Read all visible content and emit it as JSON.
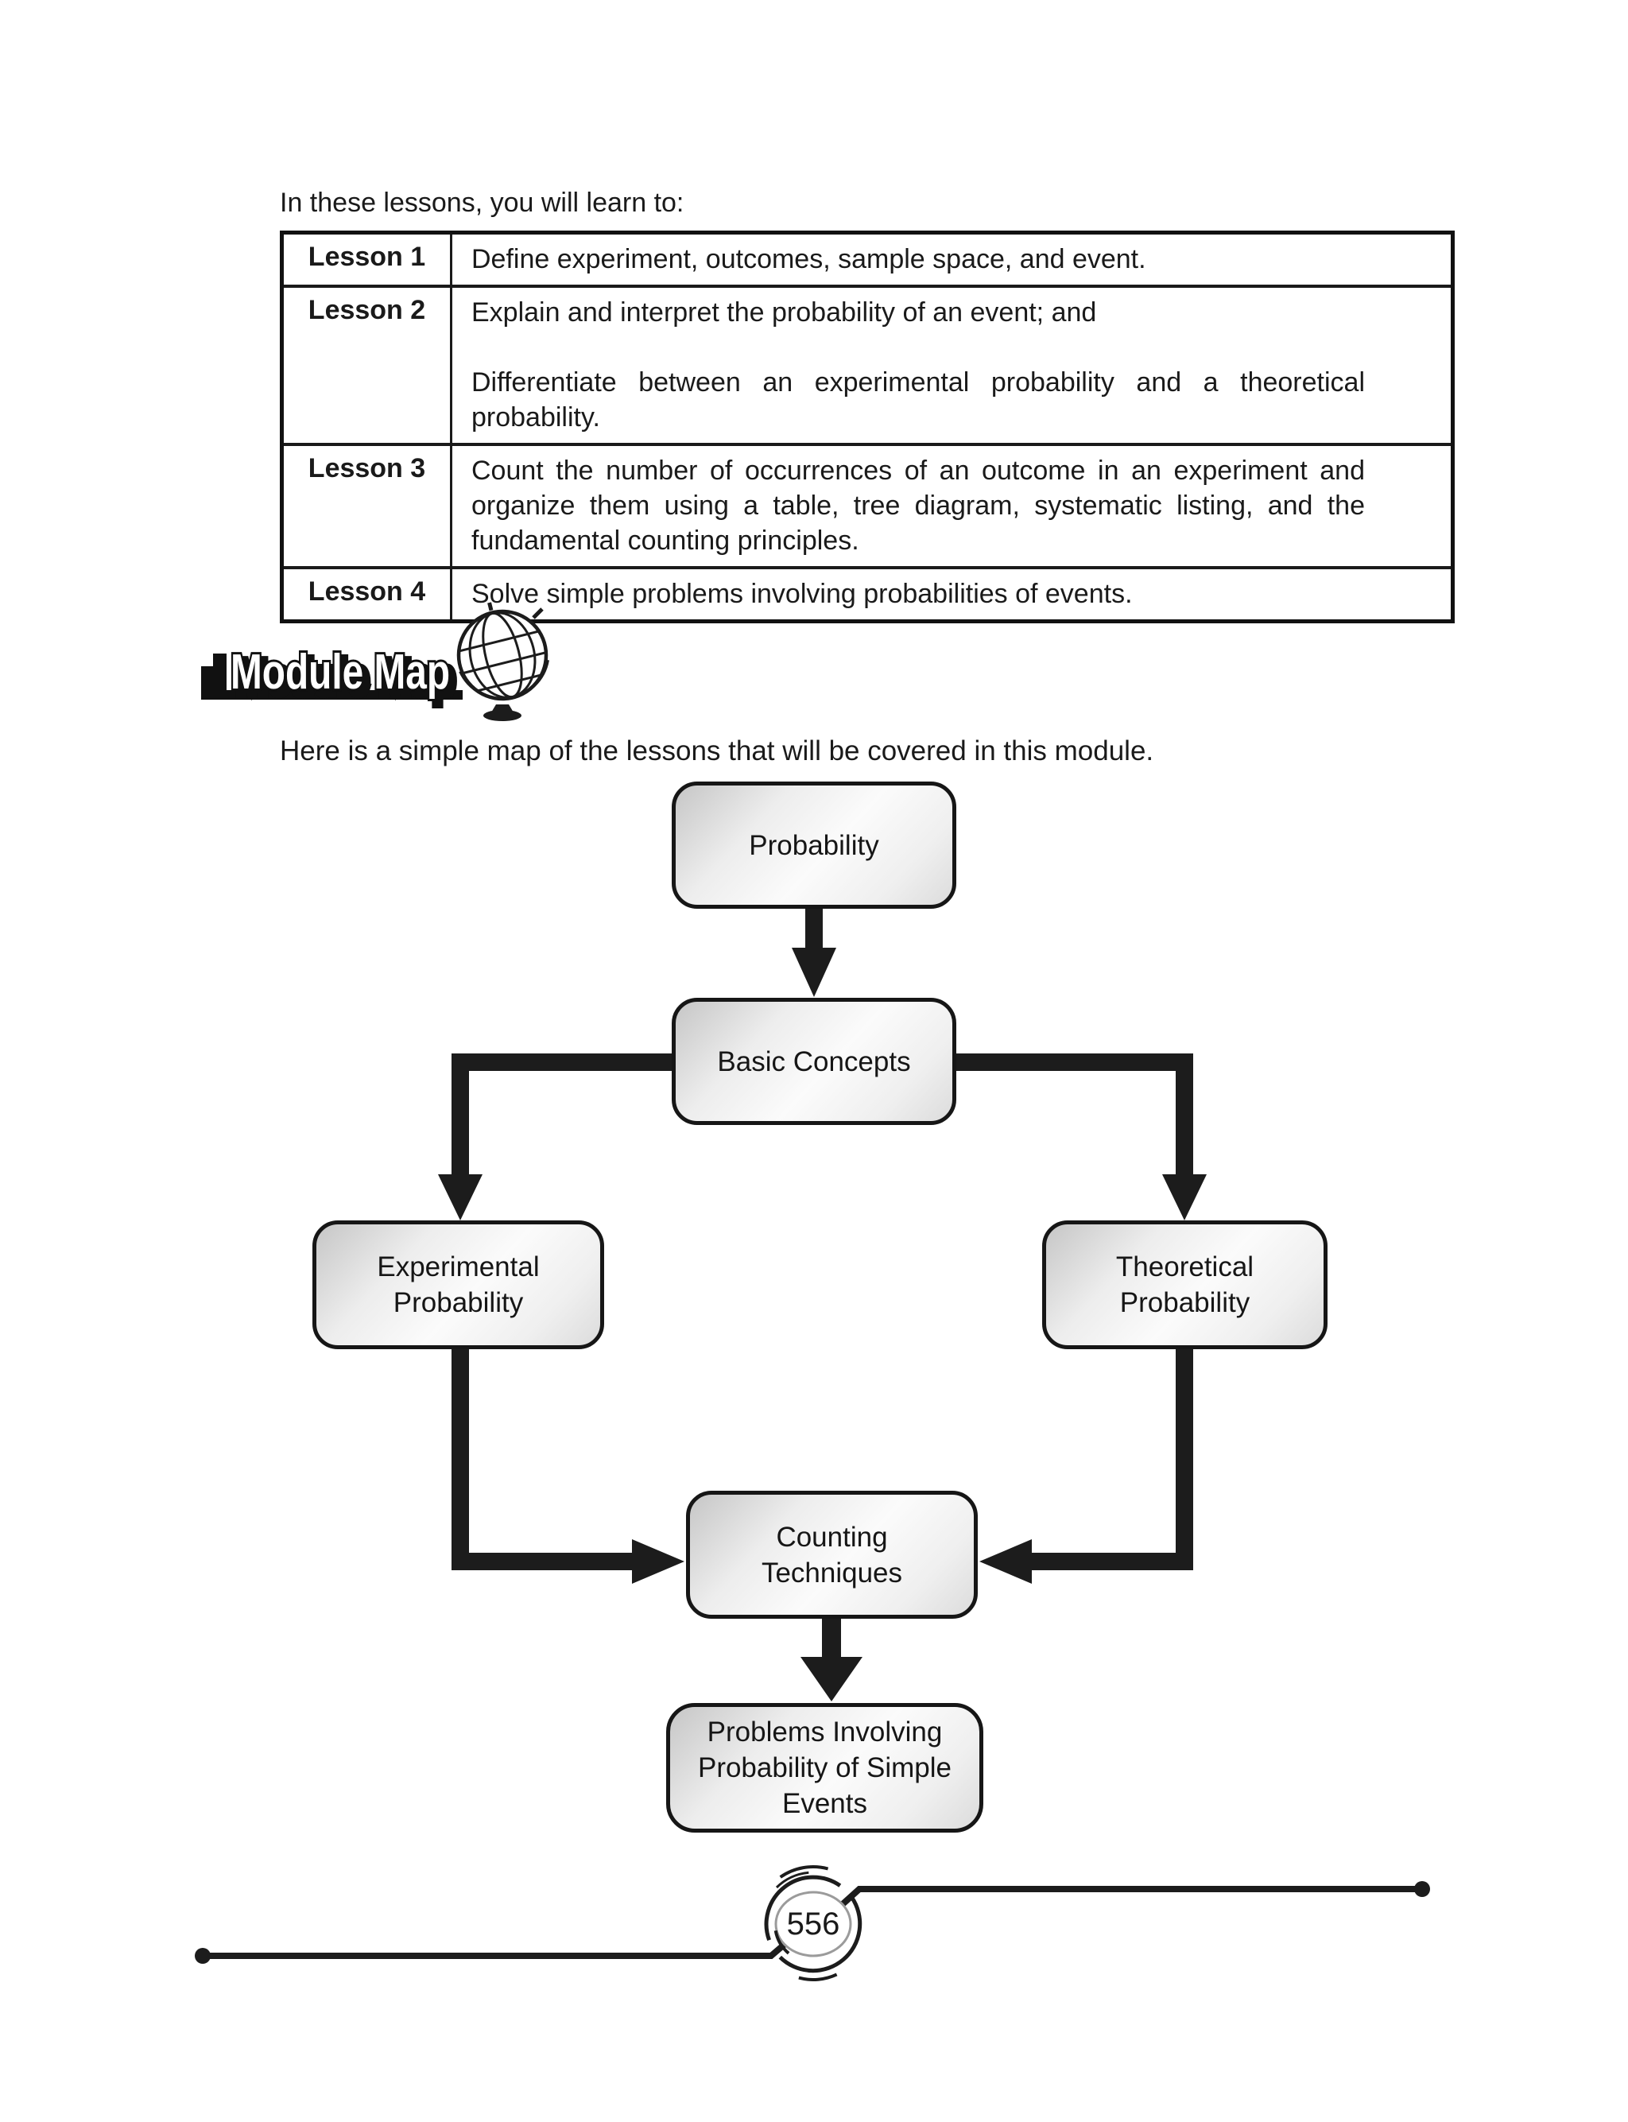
{
  "intro": {
    "text": "In these lessons, you will learn to:"
  },
  "table": {
    "rows": [
      {
        "label": "Lesson 1",
        "paragraphs": [
          "Define experiment, outcomes, sample space, and event."
        ]
      },
      {
        "label": "Lesson 2",
        "paragraphs": [
          "Explain and interpret the probability of an event; and",
          "Differentiate between an experimental probability and a theoretical probability."
        ]
      },
      {
        "label": "Lesson 3",
        "paragraphs": [
          "Count the number of occurrences of an outcome in an experiment and organize them using a table, tree diagram, systematic listing, and the fundamental counting principles."
        ]
      },
      {
        "label": "Lesson 4",
        "paragraphs": [
          "Solve simple problems involving probabilities of events."
        ]
      }
    ]
  },
  "module_map": {
    "title": "Module Map",
    "subtitle": "Here is a simple map of the lessons that will be covered in this module.",
    "icon": "globe-icon"
  },
  "flowchart": {
    "nodes": [
      {
        "id": "probability",
        "lines": [
          "Probability"
        ]
      },
      {
        "id": "basic-concepts",
        "lines": [
          "Basic Concepts"
        ]
      },
      {
        "id": "experimental-probability",
        "lines": [
          "Experimental",
          "Probability"
        ]
      },
      {
        "id": "theoretical-probability",
        "lines": [
          "Theoretical",
          "Probability"
        ]
      },
      {
        "id": "counting-techniques",
        "lines": [
          "Counting",
          "Techniques"
        ]
      },
      {
        "id": "problems-involving",
        "lines": [
          "Problems Involving",
          "Probability of Simple",
          "Events"
        ]
      }
    ]
  },
  "footer": {
    "page_number": "556"
  },
  "colors": {
    "ink": "#1c1c1c",
    "box_border": "#161616",
    "box_gradient_start": "#c6c6c6",
    "box_gradient_end": "#dcdcdc",
    "circle_ring": "#9b9b9b"
  }
}
